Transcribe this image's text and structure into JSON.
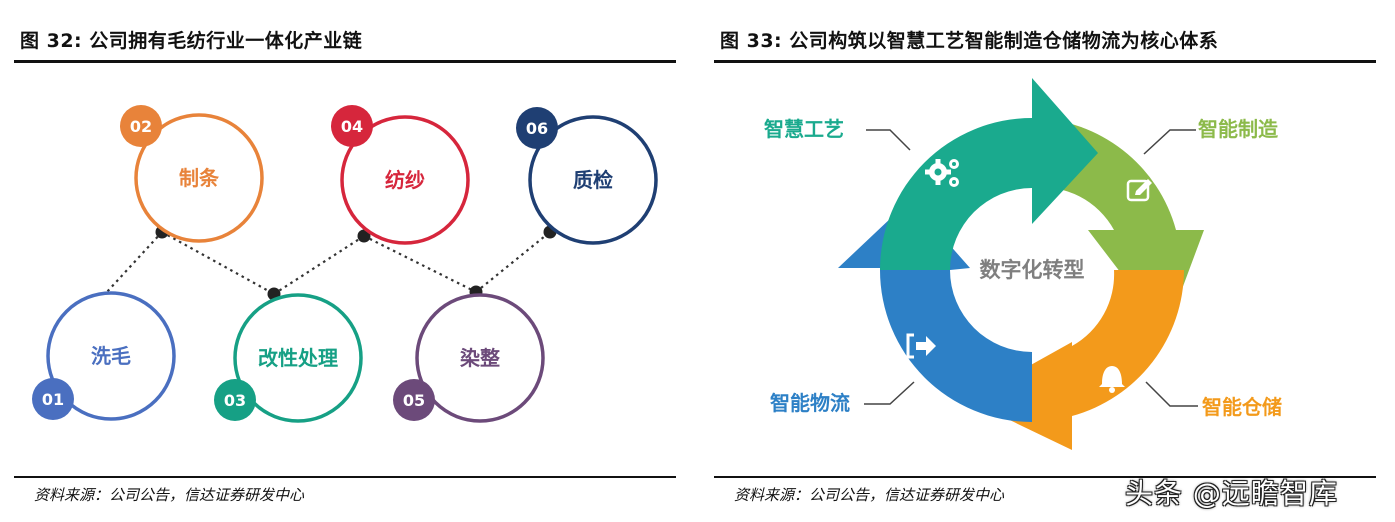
{
  "left_figure": {
    "title": "图 32:  公司拥有毛纺行业一体化产业链",
    "source": "资料来源：公司公告，信达证券研发中心",
    "steps": [
      {
        "number": "01",
        "label": "洗毛",
        "color": "#4a6fc0"
      },
      {
        "number": "02",
        "label": "制条",
        "color": "#e8833a"
      },
      {
        "number": "03",
        "label": "改性处理",
        "color": "#16a085"
      },
      {
        "number": "04",
        "label": "纺纱",
        "color": "#d6263c"
      },
      {
        "number": "05",
        "label": "染整",
        "color": "#6c4a7a"
      },
      {
        "number": "06",
        "label": "质检",
        "color": "#1f3f73"
      }
    ]
  },
  "right_figure": {
    "title": "图 33:  公司构筑以智慧工艺智能制造仓储物流为核心体系",
    "source": "资料来源：公司公告，信达证券研发中心",
    "center_label": "数字化转型",
    "segments": [
      {
        "label": "智慧工艺",
        "color": "#1aaa8e",
        "icon": "gears-icon"
      },
      {
        "label": "智能制造",
        "color": "#8cba4a",
        "icon": "edit-icon"
      },
      {
        "label": "智能仓储",
        "color": "#f39a1b",
        "icon": "bell-icon"
      },
      {
        "label": "智能物流",
        "color": "#2d80c6",
        "icon": "exit-icon"
      }
    ]
  },
  "watermark": "头条 @远瞻智库"
}
